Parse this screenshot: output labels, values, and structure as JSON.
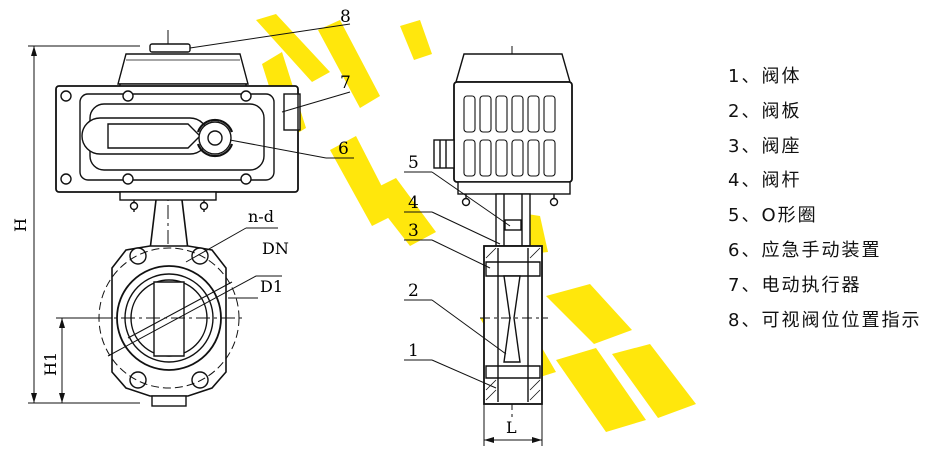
{
  "legend": [
    "1、阀体",
    "2、阀板",
    "3、阀座",
    "4、阀杆",
    "5、O形圈",
    "6、应急手动装置",
    "7、电动执行器",
    "8、可视阀位位置指示"
  ],
  "callouts": {
    "front": [
      "8",
      "7",
      "6"
    ],
    "dims": {
      "nd": "n-d",
      "dn": "DN",
      "d1": "D1",
      "h": "H",
      "h1": "H1",
      "l": "L"
    },
    "side": [
      "5",
      "4",
      "3",
      "2",
      "1"
    ]
  },
  "colors": {
    "line": "#111111",
    "watermark": "#FFE600",
    "background": "#FFFFFF"
  }
}
